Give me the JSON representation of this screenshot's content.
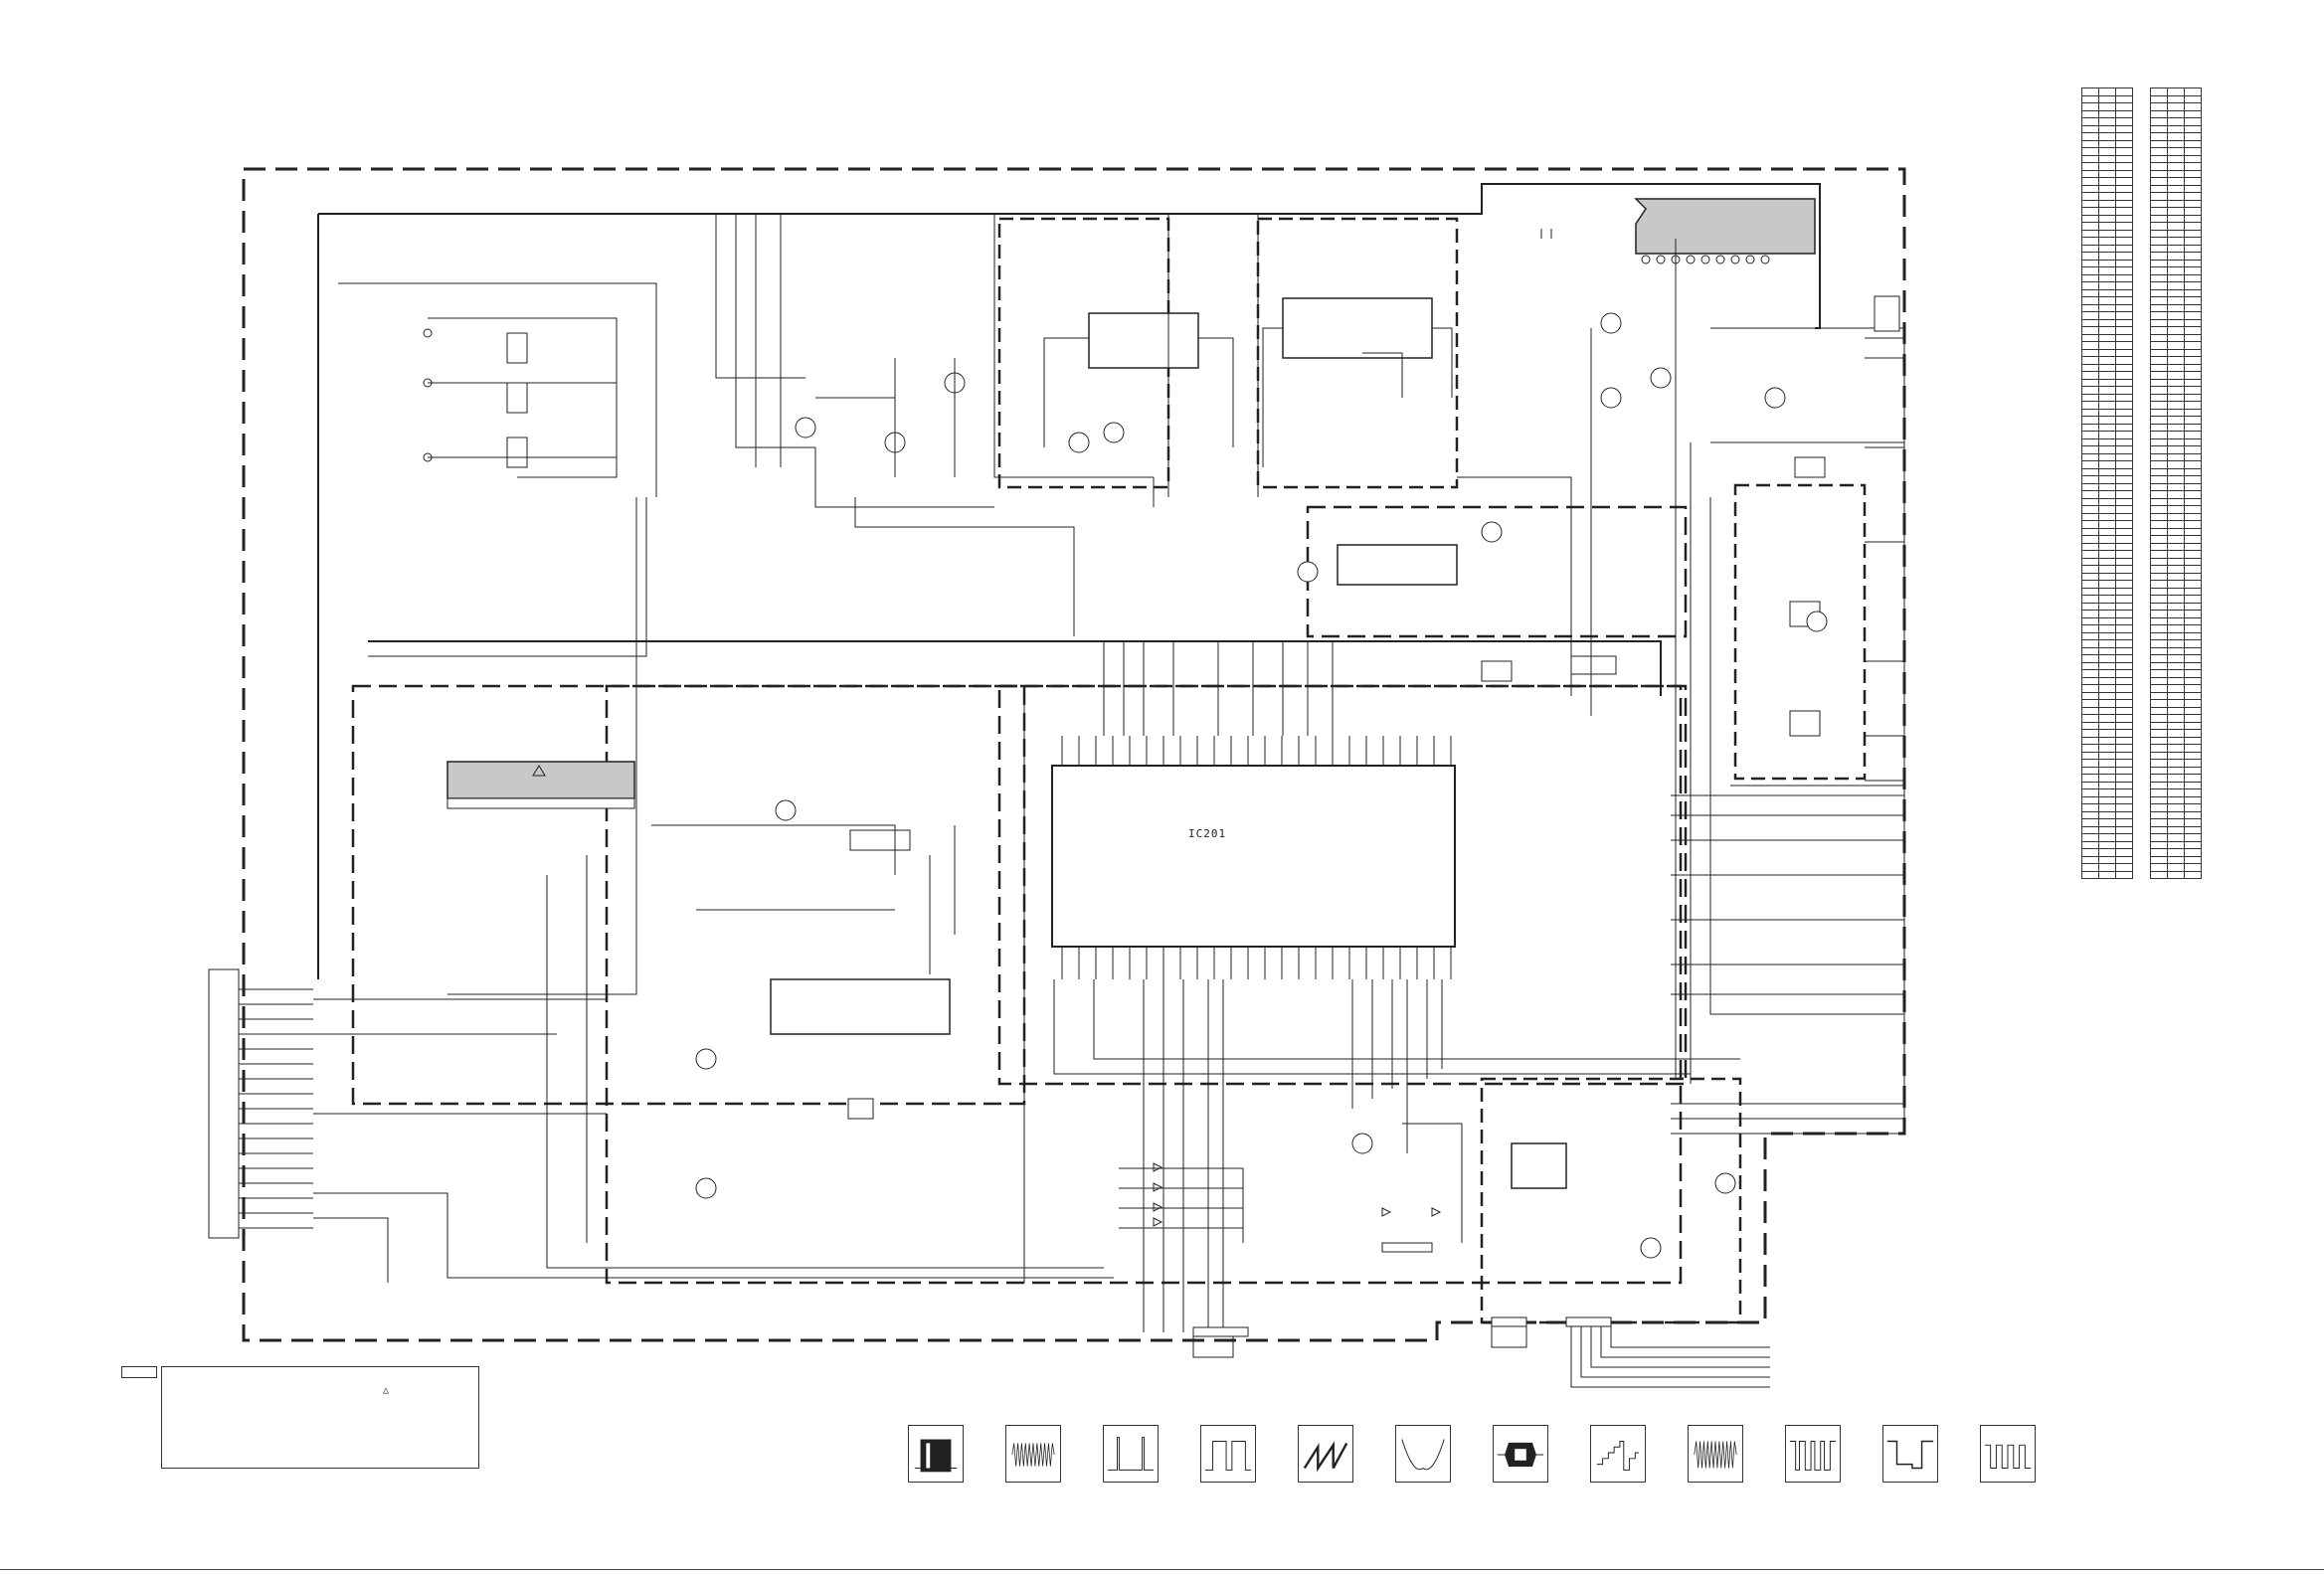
{
  "diagram": {
    "ic_main_label": "IC201"
  },
  "table_left": {
    "rows": 106,
    "cols": 3
  },
  "table_right": {
    "rows": 106,
    "cols": 3
  },
  "waveforms": [
    {
      "id": "wf1",
      "shape": "burst-envelope"
    },
    {
      "id": "wf2",
      "shape": "dense-sine"
    },
    {
      "id": "wf3",
      "shape": "single-pulse"
    },
    {
      "id": "wf4",
      "shape": "square-pulses"
    },
    {
      "id": "wf5",
      "shape": "sawtooth"
    },
    {
      "id": "wf6",
      "shape": "parabola"
    },
    {
      "id": "wf7",
      "shape": "filled-burst"
    },
    {
      "id": "wf8",
      "shape": "staircase"
    },
    {
      "id": "wf9",
      "shape": "dense-sine"
    },
    {
      "id": "wf10",
      "shape": "square-fast"
    },
    {
      "id": "wf11",
      "shape": "step-square"
    },
    {
      "id": "wf12",
      "shape": "square-fast"
    }
  ],
  "colors": {
    "line": "#222222",
    "ic_fill": "#c8c8c8"
  }
}
